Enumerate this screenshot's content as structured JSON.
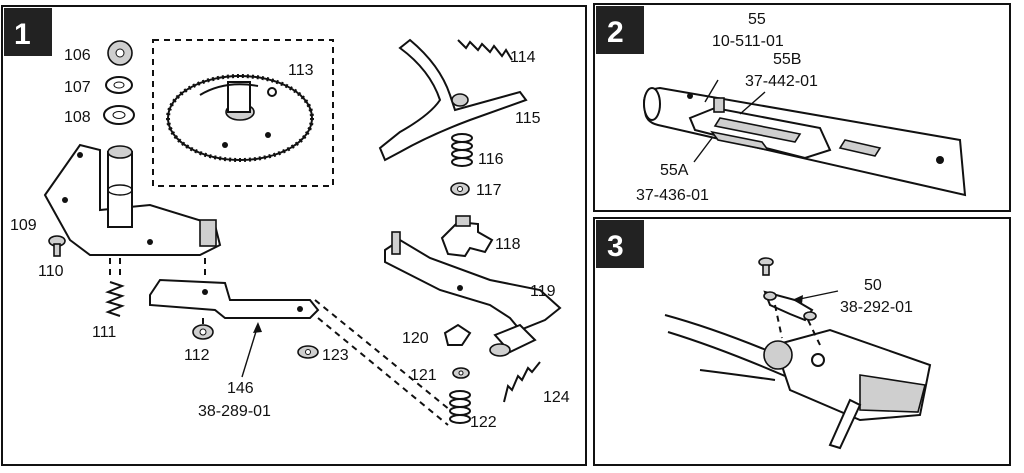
{
  "panels": [
    {
      "badge": "1"
    },
    {
      "badge": "2"
    },
    {
      "badge": "3"
    }
  ],
  "labels": {
    "p106": "106",
    "p107": "107",
    "p108": "108",
    "p109": "109",
    "p110": "110",
    "p111": "111",
    "p112": "112",
    "p113": "113",
    "p114": "114",
    "p115": "115",
    "p116": "116",
    "p117": "117",
    "p118": "118",
    "p119": "119",
    "p120": "120",
    "p121": "121",
    "p122": "122",
    "p123": "123",
    "p124": "124",
    "p146": "146",
    "p146_code": "38-289-01",
    "p55": "55",
    "p55_code": "10-511-01",
    "p55B": "55B",
    "p55B_code": "37-442-01",
    "p55A": "55A",
    "p55A_code": "37-436-01",
    "p50": "50",
    "p50_code": "38-292-01"
  }
}
